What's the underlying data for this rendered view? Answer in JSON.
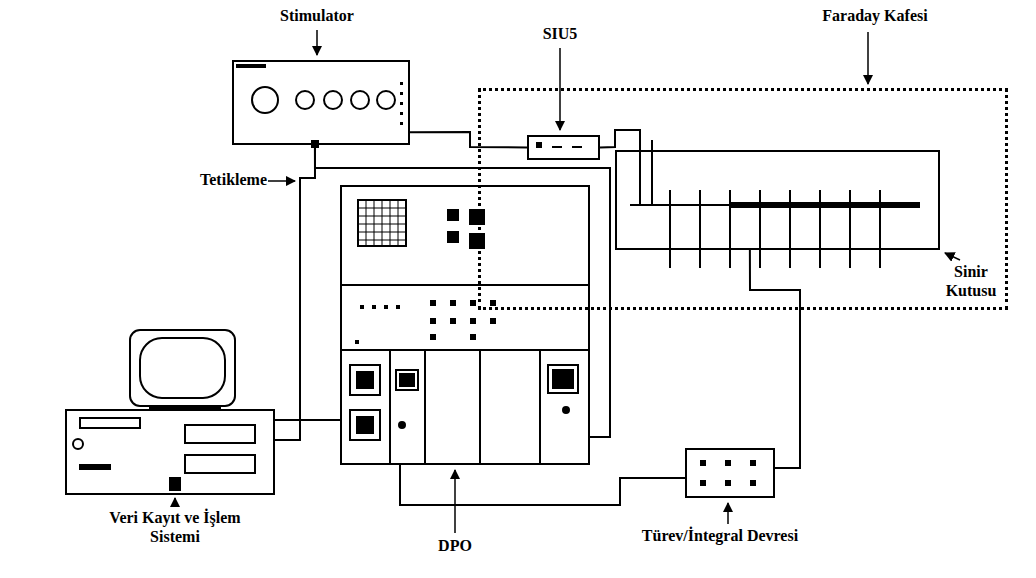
{
  "diagram": {
    "nodes": [
      {
        "text": [
          "Stimulator"
        ]
      },
      {
        "text": [
          "SIU5"
        ]
      },
      {
        "text": [
          "Faraday Kafesi"
        ]
      },
      {
        "text": [
          "Sinir Kutusu"
        ],
        "in": 2
      },
      {
        "text": [
          "Veri Kayıt ve İşlem Sistemi"
        ]
      },
      {
        "text": [
          "DPO"
        ]
      },
      {
        "text": [
          "Türev/İntegral Devresi"
        ]
      }
    ],
    "edges": [
      {
        "from": 0,
        "to": 1,
        "arrow": "none"
      },
      {
        "from": 1,
        "to": 3,
        "arrow": "none"
      },
      {
        "from": 3,
        "to": 6,
        "arrow": "none"
      },
      {
        "from": 6,
        "to": 5,
        "arrow": "none"
      },
      {
        "from": 0,
        "to": 5,
        "arrow": "none"
      },
      {
        "from": 0,
        "to": 4,
        "arrow": "none"
      },
      {
        "from": 5,
        "to": 4,
        "arrow": "none"
      }
    ],
    "labels": [
      "Tetikleme"
    ]
  }
}
